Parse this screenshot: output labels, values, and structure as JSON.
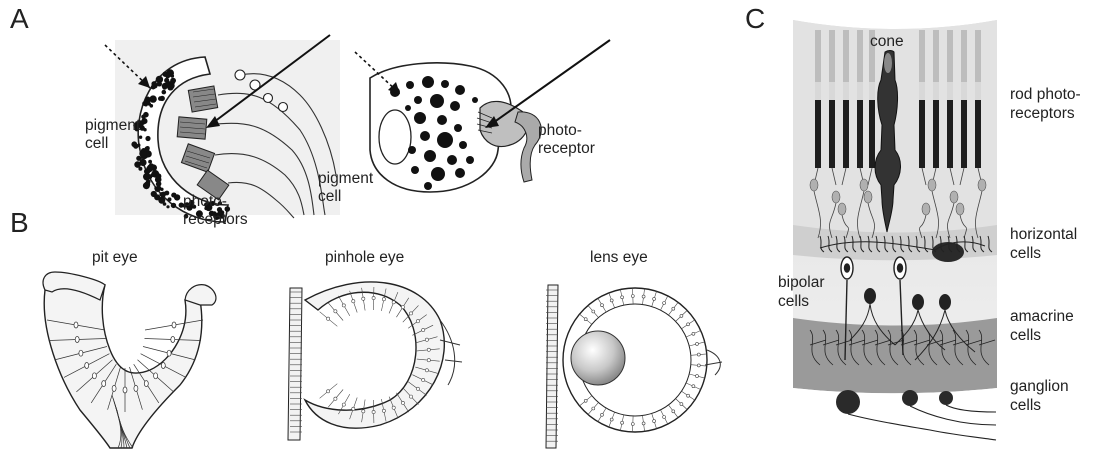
{
  "panels": {
    "a": {
      "letter": "A",
      "left_cell": {
        "pigment_label": "pigment cell",
        "photo_label": "photo-receptors"
      },
      "right_cell": {
        "pigment_label": "pigment cell",
        "photo_label": "photo-receptor"
      }
    },
    "b": {
      "letter": "B",
      "eyes": [
        "pit eye",
        "pinhole eye",
        "lens eye"
      ]
    },
    "c": {
      "letter": "C",
      "cone_label": "cone",
      "bipolar_label": "bipolar cells",
      "layers": [
        "rod photo-receptors",
        "horizontal cells",
        "amacrine cells",
        "ganglion cells"
      ]
    }
  },
  "colors": {
    "ink": "#222222",
    "panel_bg": "#e6e6e6",
    "band_dark": "#9a9a9a",
    "band_mid": "#cfcfcf"
  }
}
